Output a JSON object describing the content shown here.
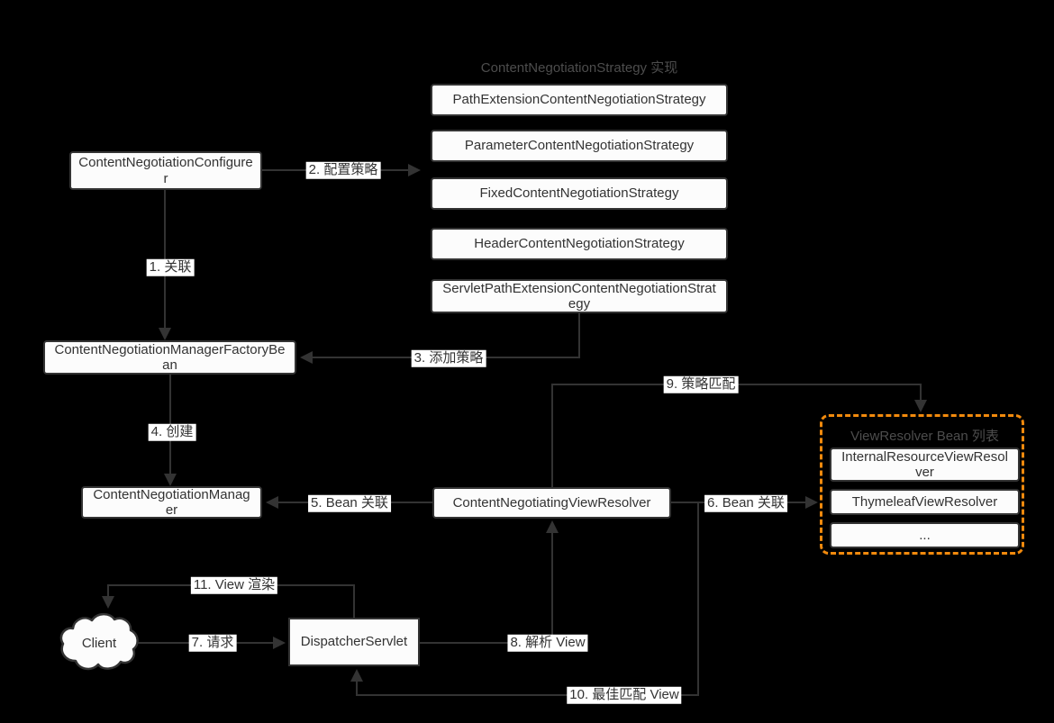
{
  "diagram": {
    "cluster_title": "ContentNegotiationStrategy 实现",
    "strategies": [
      "PathExtensionContentNegotiationStrategy",
      "ParameterContentNegotiationStrategy",
      "FixedContentNegotiationStrategy",
      "HeaderContentNegotiationStrategy",
      "ServletPathExtensionContentNegotiationStrategy"
    ],
    "nodes": {
      "configurer": "ContentNegotiationConfigurer",
      "factory_bean": "ContentNegotiationManagerFactoryBean",
      "manager": "ContentNegotiationManager",
      "negotiating_view_resolver": "ContentNegotiatingViewResolver",
      "dispatcher_servlet": "DispatcherServlet",
      "client": "Client"
    },
    "resolver_list": {
      "title": "ViewResolver Bean 列表",
      "items": [
        "InternalResourceViewResolver",
        "ThymeleafViewResolver",
        "..."
      ]
    },
    "edge_labels": {
      "e1": "1. 关联",
      "e2": "2. 配置策略",
      "e3": "3. 添加策略",
      "e4": "4. 创建",
      "e5": "5. Bean 关联",
      "e6": "6. Bean 关联",
      "e7": "7. 请求",
      "e8": "8. 解析 View",
      "e9": "9. 策略匹配",
      "e10": "10. 最佳匹配 View",
      "e11": "11. View 渲染"
    },
    "colors": {
      "background": "#000000",
      "node_fill": "#fcfcfc",
      "node_border": "#333333",
      "node_text": "#333333",
      "edge": "#333333",
      "label_background": "#ffffff",
      "cluster_title_text": "#4d4d4d",
      "resolver_container_border": "#f28a0d"
    }
  }
}
